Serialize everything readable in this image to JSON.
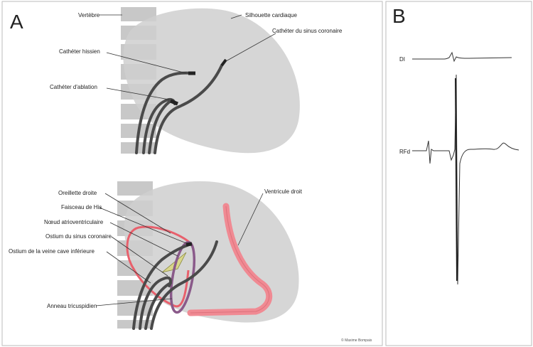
{
  "panels": {
    "a": {
      "letter": "A"
    },
    "b": {
      "letter": "B"
    }
  },
  "labels_top": {
    "vertebre": "Vertèbre",
    "silhouette": "Silhouette cardiaque",
    "cath_sinus": "Cathéter du sinus coronaire",
    "cath_hisien": "Cathéter hissien",
    "cath_ablation": "Cathéter d'ablation"
  },
  "labels_bottom": {
    "oreillette": "Oreillette droite",
    "faisceau": "Faisceau de His",
    "noeud": "Nœud atrioventriculaire",
    "ostium_sinus": "Ostium du sinus coronaire",
    "ostium_vci": "Ostium de la veine cave inférieure",
    "anneau": "Anneau tricuspidien",
    "ventricule": "Ventricule droit"
  },
  "ecg": {
    "lead1": "DI",
    "lead2": "RFd"
  },
  "copyright": "© Maxime Bompais",
  "colors": {
    "heart": "#cfcfcf",
    "vertebra": "#c8c8c8",
    "catheter": "#4a4a4a",
    "atrium_outline": "#e8606c",
    "ventricle": "#f08a93",
    "ring": "#8a5a8a",
    "av_node": "#d9d68a"
  }
}
